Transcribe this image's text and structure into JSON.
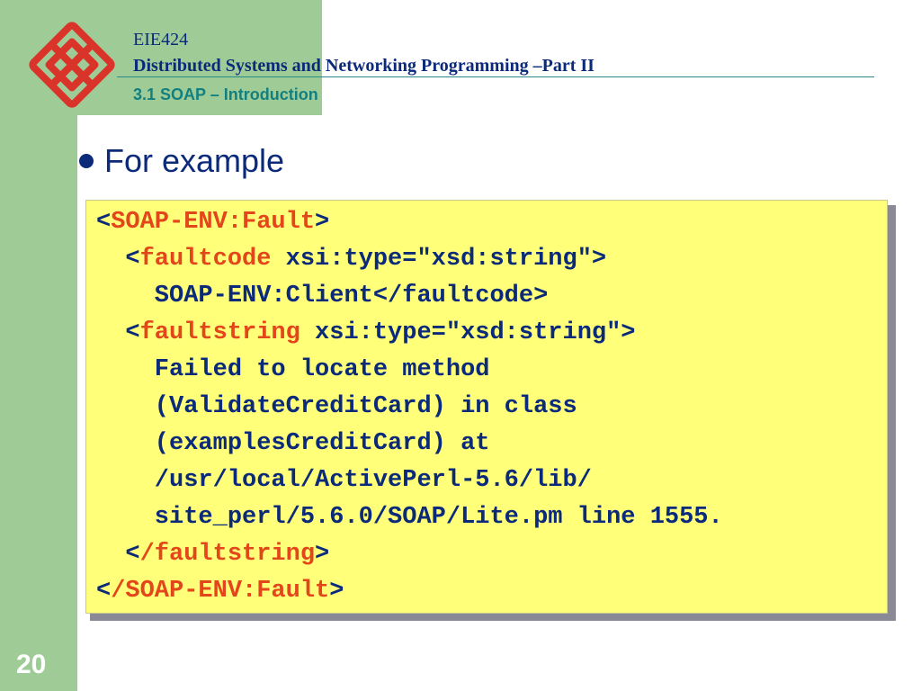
{
  "header": {
    "course_code": "EIE424",
    "course_title": "Distributed Systems and Networking Programming –Part II",
    "section_title": "3.1 SOAP – Introduction"
  },
  "bullet": {
    "text": "For example"
  },
  "code": {
    "lines": [
      [
        "<",
        "SOAP-ENV:Fault",
        ">",
        ""
      ],
      [
        "  <",
        "faultcode",
        " xsi:type=\"xsd:string\">",
        ""
      ],
      [
        "    SOAP-ENV:Client</faultcode>",
        "",
        "",
        ""
      ],
      [
        "  <",
        "faultstring",
        " xsi:type=\"xsd:string\">",
        ""
      ],
      [
        "    Failed to locate method",
        "",
        "",
        ""
      ],
      [
        "    (ValidateCreditCard) in class",
        "",
        "",
        ""
      ],
      [
        "    (examplesCreditCard) at",
        "",
        "",
        ""
      ],
      [
        "    /usr/local/ActivePerl-5.6/lib/",
        "",
        "",
        ""
      ],
      [
        "    site_perl/5.6.0/SOAP/Lite.pm line 1555.",
        "",
        "",
        ""
      ],
      [
        "  <",
        "/faultstring",
        ">",
        ""
      ],
      [
        "<",
        "/SOAP-ENV:Fault",
        ">",
        ""
      ]
    ]
  },
  "footer": {
    "page_number": "20"
  },
  "colors": {
    "sidebar": "#9fcc96",
    "code_background": "#ffff7a",
    "code_text": "#0b2a7a",
    "tag_name": "#e3461a",
    "logo_red": "#d9332a"
  }
}
